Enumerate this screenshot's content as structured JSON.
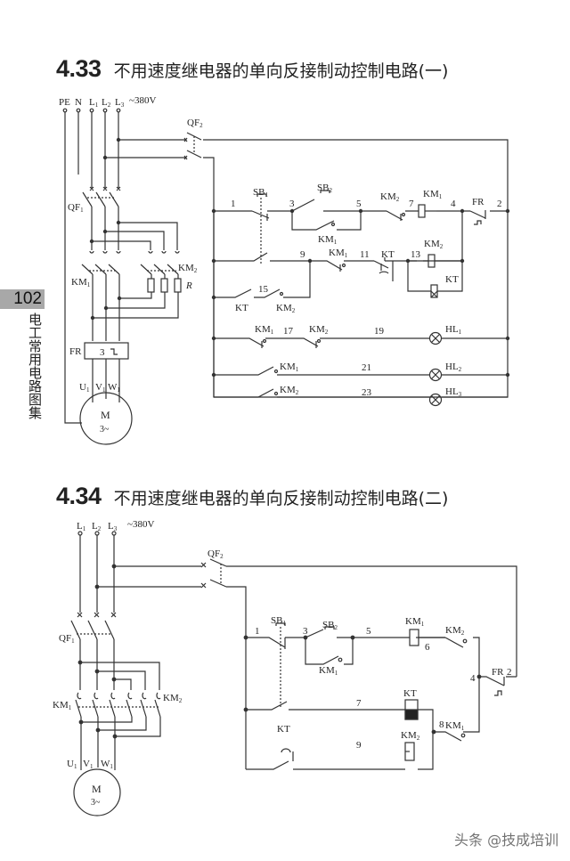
{
  "page": {
    "page_number": "102",
    "side_label": "电工常用电路图集",
    "watermark": "头条 @技成培训"
  },
  "diagram1": {
    "number": "4.33",
    "title": "不用速度继电器的单向反接制动控制电路(一)",
    "supply": {
      "terminals": [
        "PE",
        "N",
        "L1",
        "L2",
        "L3"
      ],
      "voltage": "~380V"
    },
    "power_components": {
      "qf1": "QF1",
      "qf2": "QF2",
      "km1": "KM1",
      "km2": "KM2",
      "resistor": "R",
      "fr": "FR",
      "fr_box_label": "3",
      "motor": "M",
      "motor_sub": "3~",
      "motor_terminals": [
        "U1",
        "V1",
        "W1"
      ]
    },
    "control": {
      "nodes": [
        "1",
        "3",
        "5",
        "7",
        "4",
        "2",
        "9",
        "11",
        "13",
        "15",
        "17",
        "19",
        "21",
        "23"
      ],
      "labels": {
        "sb1": "SB1",
        "sb2": "SB2",
        "km2_nc": "KM2",
        "km1_coil": "KM1",
        "fr": "FR",
        "km1_hold": "KM1",
        "km1_nc": "KM1",
        "kt_nc": "KT",
        "km2_coil": "KM2",
        "kt_coil": "KT",
        "kt_no": "KT",
        "km2_no": "KM2",
        "hl1_km1": "KM1",
        "hl1_km2": "KM2",
        "hl1": "HL1",
        "hl2_km1": "KM1",
        "hl2": "HL2",
        "hl3_km2": "KM2",
        "hl3": "HL3"
      }
    }
  },
  "diagram2": {
    "number": "4.34",
    "title": "不用速度继电器的单向反接制动控制电路(二)",
    "supply": {
      "terminals": [
        "L1",
        "L2",
        "L3"
      ],
      "voltage": "~380V"
    },
    "power_components": {
      "qf1": "QF1",
      "qf2": "QF2",
      "km1": "KM1",
      "km2": "KM2",
      "motor": "M",
      "motor_sub": "3~",
      "motor_terminals": [
        "U1",
        "V1",
        "W1"
      ]
    },
    "control": {
      "nodes": [
        "1",
        "3",
        "5",
        "6",
        "4",
        "2",
        "7",
        "8",
        "9"
      ],
      "labels": {
        "sb1": "SB1",
        "sb2": "SB2",
        "km1_hold": "KM1",
        "km1_coil": "KM1",
        "km2_nc": "KM2",
        "fr": "FR",
        "kt_coil": "KT",
        "km1_nc": "KM1",
        "kt_no": "KT",
        "km2_coil": "KM2"
      }
    }
  }
}
